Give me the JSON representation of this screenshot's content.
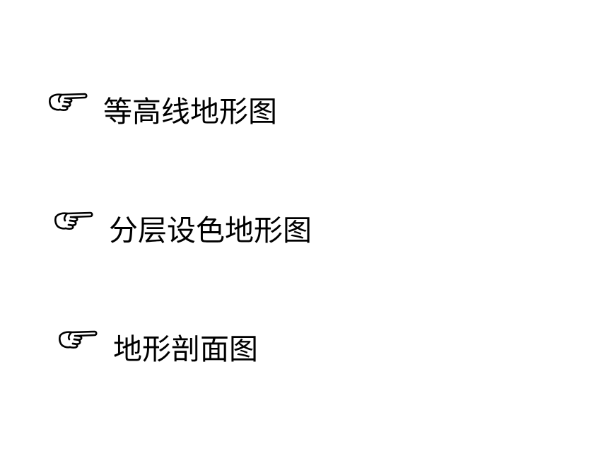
{
  "slide": {
    "items": [
      {
        "icon": "pointing-hand-icon",
        "label": "等高线地形图"
      },
      {
        "icon": "pointing-hand-icon",
        "label": "分层设色地形图"
      },
      {
        "icon": "pointing-hand-icon",
        "label": "地形剖面图"
      }
    ]
  },
  "colors": {
    "background": "#ffffff",
    "text": "#000000"
  }
}
